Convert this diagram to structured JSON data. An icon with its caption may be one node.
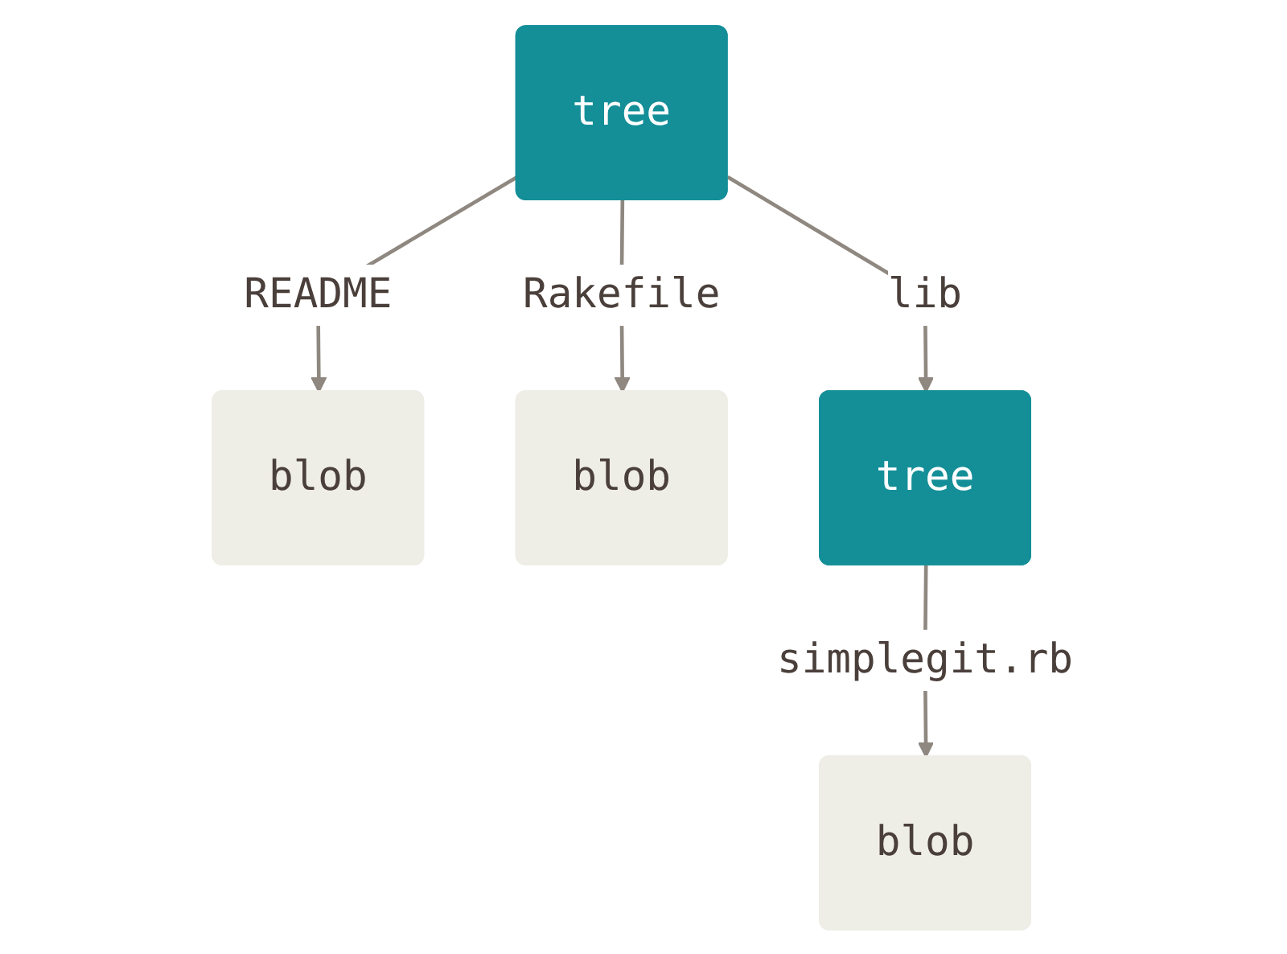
{
  "diagram": {
    "nodes": [
      {
        "text": [
          "tree"
        ]
      },
      {
        "text": [
          "blob"
        ]
      },
      {
        "text": [
          "blob"
        ]
      },
      {
        "text": [
          "tree"
        ]
      },
      {
        "text": [
          "blob"
        ]
      }
    ],
    "edges": [
      {
        "from": 0,
        "to": 1,
        "label": "README",
        "arrow": "to"
      },
      {
        "from": 0,
        "to": 2,
        "label": "Rakefile",
        "arrow": "to"
      },
      {
        "from": 0,
        "to": 3,
        "label": "lib",
        "arrow": "to"
      },
      {
        "from": 3,
        "to": 4,
        "label": "simplegit.rb",
        "arrow": "to"
      }
    ]
  }
}
